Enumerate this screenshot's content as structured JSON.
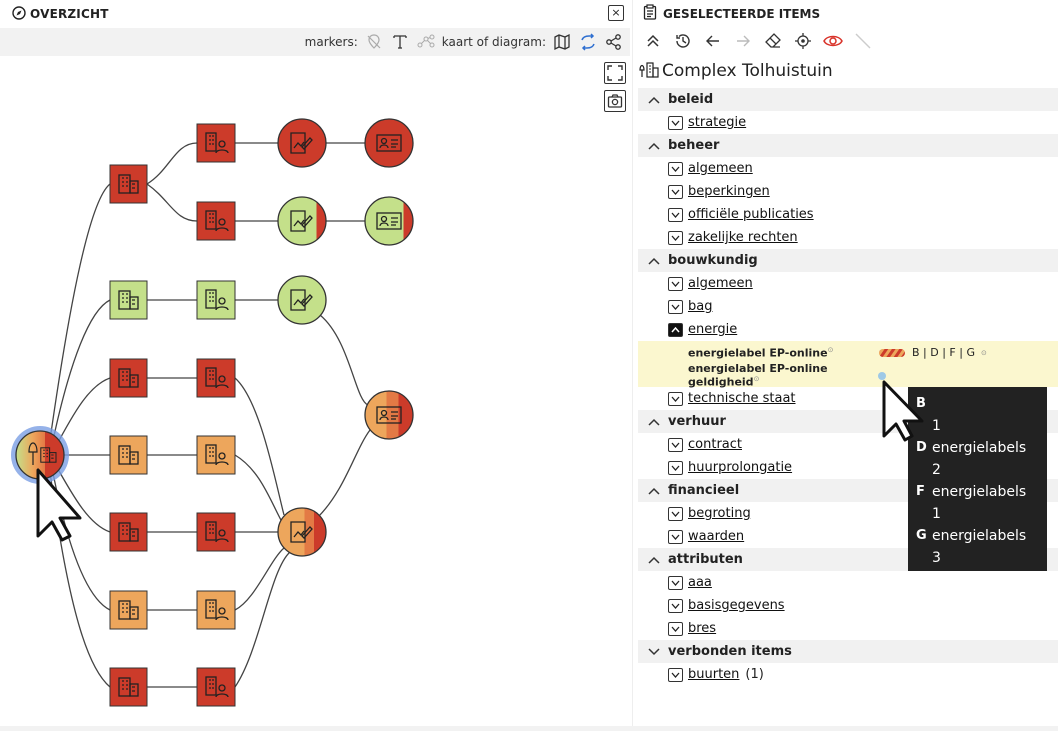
{
  "left_panel": {
    "title": "OVERZICHT",
    "close_label": "×",
    "toolbar": {
      "markers_label": "markers:",
      "kaart_label": "kaart of diagram:"
    }
  },
  "right_panel": {
    "title": "GESELECTEERDE ITEMS",
    "item_title": "Complex Tolhuistuin",
    "groups": [
      {
        "name": "beleid",
        "items": [
          "strategie"
        ]
      },
      {
        "name": "beheer",
        "items": [
          "algemeen",
          "beperkingen",
          "officiële publicaties",
          "zakelijke rechten"
        ]
      },
      {
        "name": "bouwkundig",
        "items": [
          "algemeen",
          "bag",
          "energie",
          "technische staat"
        ]
      },
      {
        "name": "verhuur",
        "items": [
          "contract",
          "huurprolongatie"
        ]
      },
      {
        "name": "financieel",
        "items": [
          "begroting",
          "waarden"
        ]
      },
      {
        "name": "attributen",
        "items": [
          "aaa",
          "basisgegevens",
          "bres"
        ]
      },
      {
        "name": "verbonden items",
        "items": [
          "buurten"
        ]
      }
    ],
    "energie_rows": [
      {
        "label": "energielabel EP-online",
        "value": "B | D | F | G"
      },
      {
        "label": "energielabel EP-online geldigheid",
        "value": ""
      }
    ],
    "buurten_count": "(1)"
  },
  "tooltip": {
    "entries": [
      {
        "key": "B",
        "value": "1 energielabels"
      },
      {
        "key": "D",
        "value": "2 energielabels"
      },
      {
        "key": "F",
        "value": "1 energielabels"
      },
      {
        "key": "G",
        "value": "3 energielabels"
      }
    ]
  },
  "colors": {
    "red": "#cc3b2a",
    "orange": "#eda65c",
    "green": "#c4e08a",
    "selection_ring": "#6b8fd6",
    "tooltip_bg": "#222222",
    "highlight_row": "#fbf7cf"
  },
  "icons": [
    "compass-icon",
    "close-icon",
    "marker-off-icon",
    "text-icon",
    "graph-icon",
    "map-icon",
    "sync-icon",
    "share-icon",
    "fullscreen-icon",
    "camera-icon",
    "clipboard-icon",
    "chevrons-up-icon",
    "history-icon",
    "arrow-left-icon",
    "arrow-right-icon",
    "eraser-icon",
    "target-icon",
    "eye-icon",
    "slash-icon",
    "complex-icon"
  ]
}
